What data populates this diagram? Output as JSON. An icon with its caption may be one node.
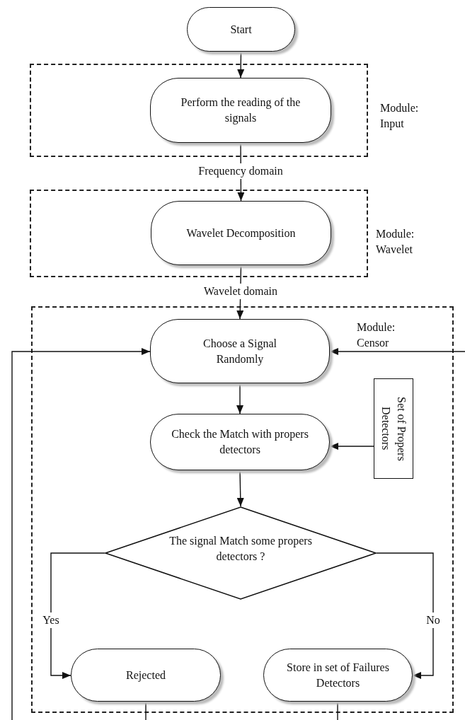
{
  "diagram": {
    "nodes": [
      {
        "text": [
          "Start"
        ]
      },
      {
        "text": [
          "Module: Input"
        ]
      },
      {
        "text": [
          "Perform the reading of the signals"
        ],
        "in": 1
      },
      {
        "text": [
          "Module: Wavelet"
        ]
      },
      {
        "text": [
          "Wavelet Decomposition"
        ],
        "in": 3
      },
      {
        "text": [
          "Module: Censor"
        ]
      },
      {
        "text": [
          "Choose a Signal Randomly"
        ],
        "in": 5
      },
      {
        "text": [
          "Check the Match with propers detectors"
        ],
        "in": 5
      },
      {
        "text": [
          "Set of Propers Detectors"
        ],
        "in": 5
      },
      {
        "text": [
          "The signal Match some propers detectors ?"
        ],
        "in": 5
      },
      {
        "text": [
          "Rejected"
        ],
        "in": 5
      },
      {
        "text": [
          "Store in set of Failures Detectors"
        ],
        "in": 5
      }
    ],
    "edges": [
      {
        "from": 0,
        "to": 2,
        "arrow": "to"
      },
      {
        "from": 2,
        "to": 4,
        "arrow": "to",
        "label": "Frequency domain"
      },
      {
        "from": 4,
        "to": 6,
        "arrow": "to",
        "label": "Wavelet domain"
      },
      {
        "from": 6,
        "to": 7,
        "arrow": "to"
      },
      {
        "from": 8,
        "to": 7,
        "arrow": "to"
      },
      {
        "from": 7,
        "to": 9,
        "arrow": "to"
      },
      {
        "from": 9,
        "to": 10,
        "arrow": "to",
        "label": "Yes"
      },
      {
        "from": 9,
        "to": 11,
        "arrow": "to",
        "label": "No"
      },
      {
        "from": null,
        "to": 6,
        "arrow": "to"
      },
      {
        "from": null,
        "to": 6,
        "arrow": "to"
      },
      {
        "from": 10,
        "to": null,
        "arrow": "none"
      },
      {
        "from": 11,
        "to": null,
        "arrow": "none"
      }
    ]
  }
}
